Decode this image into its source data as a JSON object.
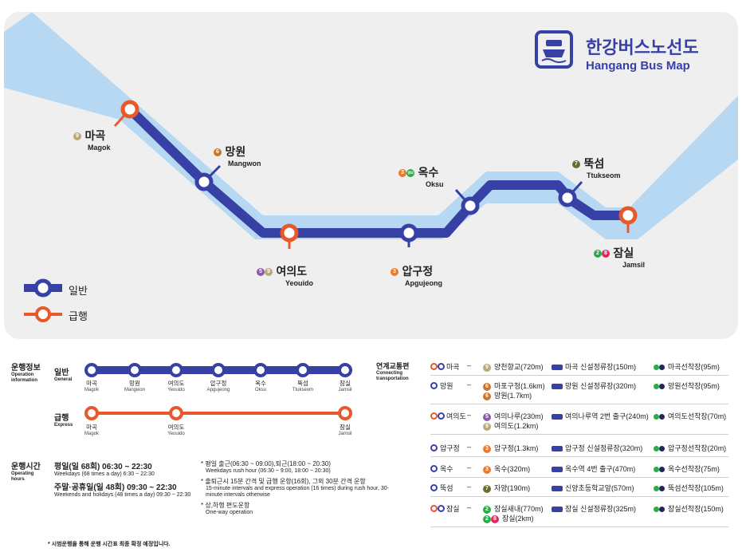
{
  "colors": {
    "river": "#b7d8f3",
    "panel": "#efefef",
    "general": "#3740a4",
    "express": "#e8582b"
  },
  "title": {
    "ko": "한강버스노선도",
    "en": "Hangang Bus Map",
    "icon": "hangang-bus-logo-icon"
  },
  "map_stations": [
    {
      "key": "magok",
      "ko": "마곡",
      "en": "Magok",
      "lines": [
        "9"
      ],
      "express": true
    },
    {
      "key": "mangwon",
      "ko": "망원",
      "en": "Mangwon",
      "lines": [
        "6"
      ],
      "express": false
    },
    {
      "key": "yeouido",
      "ko": "여의도",
      "en": "Yeouido",
      "lines": [
        "5",
        "9"
      ],
      "express": true
    },
    {
      "key": "apgujeong",
      "ko": "압구정",
      "en": "Apgujeong",
      "lines": [
        "3"
      ],
      "express": false
    },
    {
      "key": "oksu",
      "ko": "옥수",
      "en": "Oksu",
      "lines": [
        "3",
        "경의"
      ],
      "express": false
    },
    {
      "key": "ttukseom",
      "ko": "뚝섬",
      "en": "Ttukseom",
      "lines": [
        "7"
      ],
      "express": false
    },
    {
      "key": "jamsil",
      "ko": "잠실",
      "en": "Jamsil",
      "lines": [
        "2",
        "8"
      ],
      "express": true
    }
  ],
  "legend": {
    "general": "일반",
    "express": "급행"
  },
  "operation": {
    "title_ko": "운행정보",
    "title_en": "Operation information",
    "general_ko": "일반",
    "general_en": "General",
    "express_ko": "급행",
    "express_en": "Express"
  },
  "hours": {
    "title_ko": "운행시간",
    "title_en": "Operating hours",
    "weekday_ko": "평일(일 68회) 06:30 ~ 22:30",
    "weekday_en": "Weekdays (68 times a day) 6:30 ~ 22:30",
    "weekend_ko": "주말·공휴일(일 48회) 09:30 ~ 22:30",
    "weekend_en": "Weekends and holidays (48 times a day) 09:30 ~ 22:30",
    "note1_ko": "* 평일 출근(06:30 ~ 09:00),퇴근(18:00 ~ 20:30)",
    "note1_en": "Weekdays rush hour (06:30 ~ 9:00, 18:00 ~ 20:30)",
    "note2_ko": "* 출퇴근시 15분 간격 및 급행 운항(16회), 그외 30분 간격 운항",
    "note2_en": "15-minute intervals and express operation (16 times) during rush hour, 30-minute intervals otherwise",
    "note3_ko": "* 상,하행 편도운항",
    "note3_en": "One-way operation"
  },
  "footnote": "* 시범운행을 통해 운행 시간표 최종 확정 예정입니다.",
  "connect": {
    "title_ko": "연계교통편",
    "title_en": "Connecting transportation",
    "rows": [
      {
        "station": "마곡",
        "express": true,
        "subway": [
          {
            "line": "9",
            "text": "양천향교(720m)"
          }
        ],
        "bus": "마곡 신설정류장(150m)",
        "ferry": "마곡선착장(95m)"
      },
      {
        "station": "망원",
        "express": false,
        "subway": [
          {
            "line": "6",
            "text": "마포구청(1.6km)"
          },
          {
            "line": "6",
            "text": "망원(1.7km)"
          }
        ],
        "bus": "망원 신설정류장(320m)",
        "ferry": "망원선착장(95m)"
      },
      {
        "station": "여의도",
        "express": true,
        "subway": [
          {
            "line": "5",
            "text": "여의나루(230m)"
          },
          {
            "line": "9",
            "text": "여의도(1.2km)"
          }
        ],
        "bus": "여의나루역 2번 출구(240m)",
        "ferry": "여의도선착장(70m)"
      },
      {
        "station": "압구정",
        "express": false,
        "subway": [
          {
            "line": "3",
            "text": "압구정(1.3km)"
          }
        ],
        "bus": "압구정 신설정류장(320m)",
        "ferry": "압구정선착장(20m)"
      },
      {
        "station": "옥수",
        "express": false,
        "subway": [
          {
            "line": "3",
            "text": "옥수(320m)"
          }
        ],
        "bus": "옥수역 4번 출구(470m)",
        "ferry": "옥수선착장(75m)"
      },
      {
        "station": "뚝섬",
        "express": false,
        "subway": [
          {
            "line": "7",
            "text": "자양(190m)"
          }
        ],
        "bus": "신양초등학교앞(570m)",
        "ferry": "뚝섬선착장(105m)"
      },
      {
        "station": "잠실",
        "express": true,
        "subway": [
          {
            "line": "2",
            "text": "잠실새내(770m)"
          },
          {
            "line": "2·8",
            "text": "잠실(2km)"
          }
        ],
        "bus": "잠실 신설정류장(325m)",
        "ferry": "잠실선착장(150m)"
      }
    ]
  }
}
